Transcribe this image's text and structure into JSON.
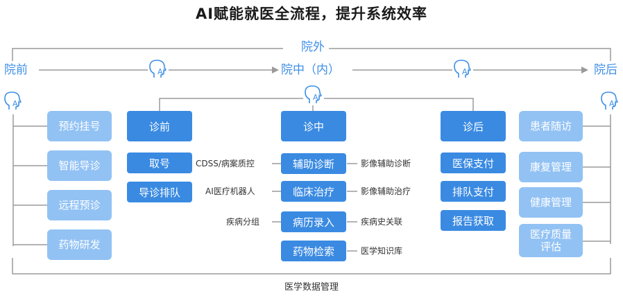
{
  "title": "AI赋能就医全流程，提升系统效率",
  "stages": {
    "outer": "院外",
    "pre": "院前",
    "mid": "院中（内）",
    "post": "院后"
  },
  "icon_label": "AI",
  "left_items": [
    "预约挂号",
    "智能导诊",
    "远程预诊",
    "药物研发"
  ],
  "pre_visit": {
    "header": "诊前",
    "items": [
      "取号",
      "导诊排队"
    ]
  },
  "in_visit": {
    "header": "诊中",
    "items": [
      "辅助诊断",
      "临床治疗",
      "病历录入",
      "药物检索"
    ]
  },
  "in_visit_left": [
    "CDSS/病案质控",
    "AI医疗机器人",
    "疾病分组"
  ],
  "in_visit_right": [
    "影像辅助诊断",
    "影像辅助治疗",
    "疾病史关联",
    "医学知识库"
  ],
  "post_visit": {
    "header": "诊后",
    "items": [
      "医保支付",
      "排队支付",
      "报告获取"
    ]
  },
  "right_items": [
    "患者随访",
    "康复管理",
    "健康管理",
    "医疗质量评估"
  ],
  "footer": "医学数据管理",
  "colors": {
    "dark_box": "#3a8ae2",
    "light_box": "#92c2f4",
    "line": "#9a9a9a",
    "stage_text": "#3f8fe6"
  }
}
